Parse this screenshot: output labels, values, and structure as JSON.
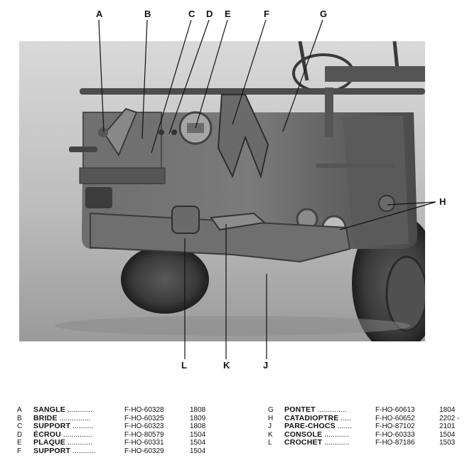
{
  "callout_letters": [
    "A",
    "B",
    "C",
    "D",
    "E",
    "F",
    "G",
    "H",
    "J",
    "K",
    "L"
  ],
  "parts_left": [
    {
      "key": "A",
      "name": "SANGLE",
      "dots": " ............",
      "ref": "F-HO-60328",
      "qty": "1808"
    },
    {
      "key": "B",
      "name": "BRIDE",
      "dots": " ...............",
      "ref": "F-HO-60325",
      "qty": "1809"
    },
    {
      "key": "C",
      "name": "SUPPORT",
      "dots": " ..........",
      "ref": "F-HO-60323",
      "qty": "1808"
    },
    {
      "key": "D",
      "name": "ÉCROU",
      "dots": " ..............",
      "ref": "F-HO-80579",
      "qty": "1504"
    },
    {
      "key": "E",
      "name": "PLAQUE",
      "dots": " ............",
      "ref": "F-HO-60331",
      "qty": "1504"
    },
    {
      "key": "F",
      "name": "SUPPORT",
      "dots": " ...........",
      "ref": "F-HO-60329",
      "qty": "1504"
    }
  ],
  "parts_right": [
    {
      "key": "G",
      "name": "PONTET",
      "dots": " ..............",
      "ref": "F-HO-60613",
      "qty": "1804"
    },
    {
      "key": "H",
      "name": "CATADIOPTRE",
      "dots": " .....",
      "ref": "F-HO-60652",
      "qty": "2202 -"
    },
    {
      "key": "J",
      "name": "PARE-CHOCS",
      "dots": " .......",
      "ref": "F-HO-87102",
      "qty": "2101"
    },
    {
      "key": "K",
      "name": "CONSOLE",
      "dots": " ............",
      "ref": "F-HO-60333",
      "qty": "1504"
    },
    {
      "key": "L",
      "name": "CROCHET",
      "dots": " ............",
      "ref": "F-HO-87186",
      "qty": "1503"
    }
  ]
}
